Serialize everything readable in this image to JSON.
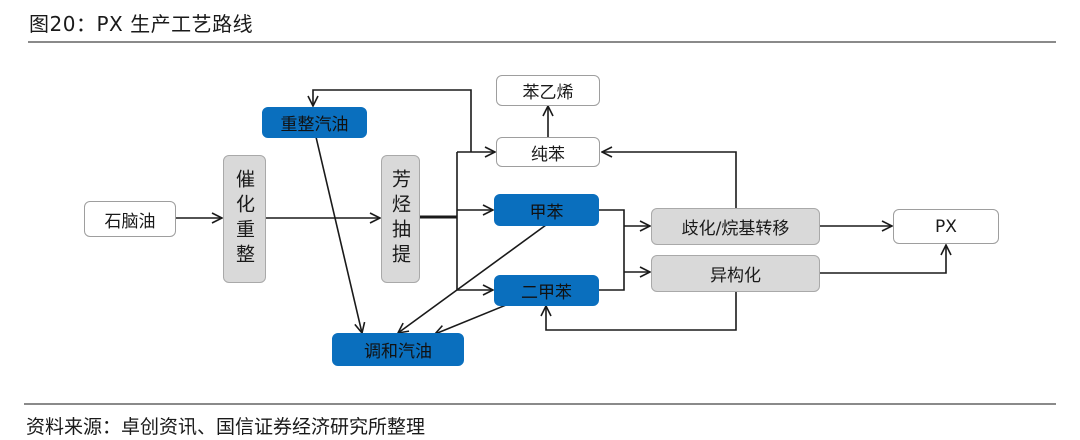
{
  "header": {
    "title": "图20：PX 生产工艺路线"
  },
  "footer": {
    "source": "资料来源：卓创资讯、国信证券经济研究所整理"
  },
  "colors": {
    "blue_box": "#0a6fbe",
    "gray_box": "#d9d9d9",
    "white_box": "#ffffff",
    "line": "#1a1a1a"
  },
  "nodes": {
    "naphtha": "石脑油",
    "catalytic_reforming": "催化重整",
    "reformed_gasoline": "重整汽油",
    "aromatics_extraction": "芳烃抽提",
    "styrene": "苯乙烯",
    "pure_benzene": "纯苯",
    "toluene": "甲苯",
    "xylene": "二甲苯",
    "disproportionation": "歧化/烷基转移",
    "isomerization": "异构化",
    "px": "PX",
    "blended_gasoline": "调和汽油"
  },
  "edges": [
    {
      "from": "naphtha",
      "to": "catalytic_reforming"
    },
    {
      "from": "catalytic_reforming",
      "to": "aromatics_extraction"
    },
    {
      "from": "aromatics_extraction",
      "to": "pure_benzene"
    },
    {
      "from": "aromatics_extraction",
      "to": "toluene"
    },
    {
      "from": "aromatics_extraction",
      "to": "xylene"
    },
    {
      "from": "aromatics_extraction",
      "to": "reformed_gasoline"
    },
    {
      "from": "reformed_gasoline",
      "to": "blended_gasoline"
    },
    {
      "from": "pure_benzene",
      "to": "styrene"
    },
    {
      "from": "toluene",
      "to": "disproportionation"
    },
    {
      "from": "toluene",
      "to": "isomerization"
    },
    {
      "from": "xylene",
      "to": "disproportionation"
    },
    {
      "from": "xylene",
      "to": "isomerization"
    },
    {
      "from": "toluene",
      "to": "blended_gasoline"
    },
    {
      "from": "xylene",
      "to": "blended_gasoline"
    },
    {
      "from": "disproportionation",
      "to": "px"
    },
    {
      "from": "disproportionation",
      "to": "pure_benzene"
    },
    {
      "from": "isomerization",
      "to": "px"
    },
    {
      "from": "isomerization",
      "to": "xylene"
    }
  ]
}
